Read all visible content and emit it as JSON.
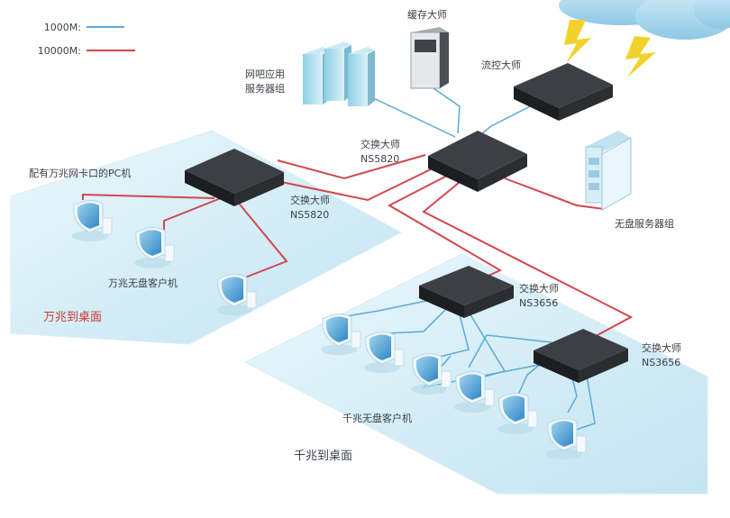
{
  "colors": {
    "link_1000m": "#5aa9d8",
    "link_10000m": "#d2474f",
    "zone_fill": "#d8eff8",
    "zone_accent": "#c9352f",
    "switch_top": "#3c3f44",
    "switch_side": "#1c1e21"
  },
  "legend": {
    "items": [
      {
        "label": "1000M:",
        "color": "#5aa9d8"
      },
      {
        "label": "10000M:",
        "color": "#d2474f"
      }
    ]
  },
  "labels": {
    "cache_master": "缓存大师",
    "netbar_app_servers": "网吧应用\n服务器组",
    "flow_master": "流控大师",
    "core_switch": "交换大师\nNS5820",
    "diskless_servers": "无盘服务器组",
    "pc_with_10g_nic": "配有万兆网卡口的PC机",
    "left_switch": "交换大师\nNS5820",
    "tenG_clients": "万兆无盘客户机",
    "tenG_to_desktop": "万兆到桌面",
    "switch_3656_a": "交换大师\nNS3656",
    "switch_3656_b": "交换大师\nNS3656",
    "oneG_clients": "千兆无盘客户机",
    "oneG_to_desktop": "千兆到桌面"
  }
}
